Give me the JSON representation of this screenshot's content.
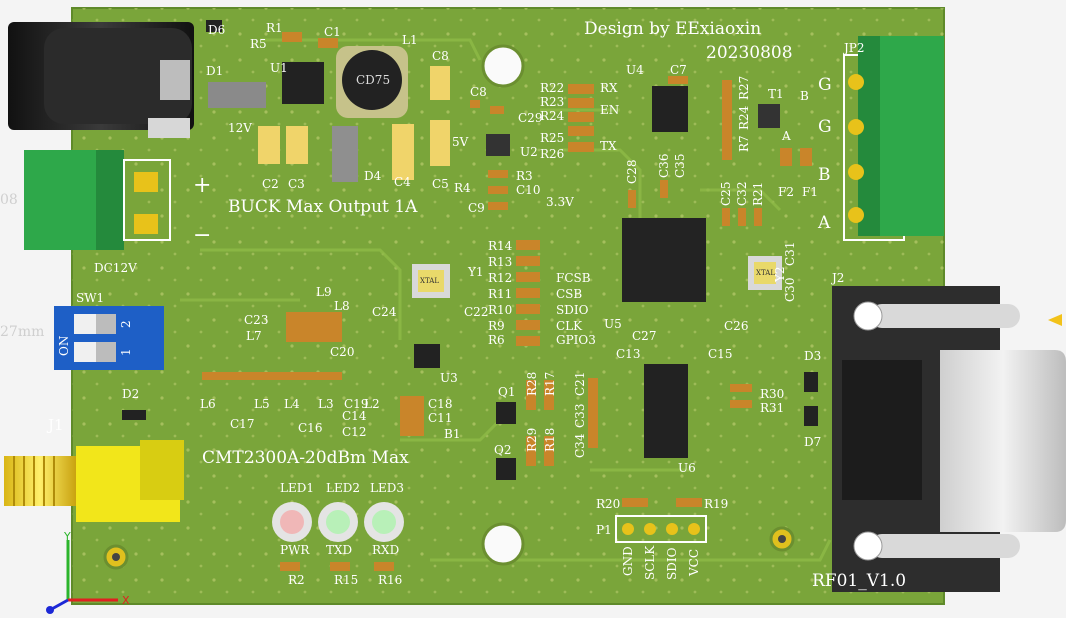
{
  "board": {
    "design_credit": "Design by EExiaoxin",
    "date": "20230808",
    "version": "RF01_V1.0",
    "buck_label": "BUCK Max Output 1A",
    "rf_label": "CMT2300A-20dBm Max",
    "dc_label": "DC12V",
    "volt_12v": "12V",
    "volt_5v": "5V",
    "volt_3v3": "3.3V",
    "plus": "+",
    "minus": "−",
    "inductor_marking": "CD75",
    "crystal_marking": "XTAL",
    "crystal2_marking": "XTAL"
  },
  "refdes": {
    "d6": "D6",
    "d1": "D1",
    "r1": "R1",
    "c1": "C1",
    "r5": "R5",
    "u1": "U1",
    "l1": "L1",
    "c8a": "C8",
    "c2": "C2",
    "c3": "C3",
    "d4": "D4",
    "c4": "C4",
    "c5": "C5",
    "c8b": "C8",
    "c29": "C29",
    "u2": "U2",
    "r3": "R3",
    "r4": "R4",
    "c10": "C10",
    "c9": "C9",
    "u4": "U4",
    "c7": "C7",
    "r22": "R22",
    "r23": "R23",
    "r24": "R24",
    "r25": "R25",
    "r26": "R26",
    "rx": "RX",
    "en": "EN",
    "tx": "TX",
    "r27": "R27",
    "r24b": "R24",
    "r7": "R7",
    "t1": "T1",
    "b": "B",
    "a": "A",
    "f2": "F2",
    "f1": "F1",
    "jp2": "JP2",
    "g1": "G",
    "g2": "G",
    "bterm": "B",
    "aterm": "A",
    "c28": "C28",
    "c36": "C36",
    "c35": "C35",
    "c25": "C25",
    "c32": "C32",
    "r21": "R21",
    "c31": "C31",
    "y2": "Y2",
    "c30": "C30",
    "j2": "J2",
    "r14": "R14",
    "r13": "R13",
    "r12": "R12",
    "r11": "R11",
    "r10": "R10",
    "r9": "R9",
    "r6": "R6",
    "fcsb": "FCSB",
    "csb": "CSB",
    "sdio": "SDIO",
    "clk": "CLK",
    "gpio3": "GPIO3",
    "y1": "Y1",
    "c24": "C24",
    "c22": "C22",
    "u5": "U5",
    "c26": "C26",
    "c27": "C27",
    "c13": "C13",
    "c15": "C15",
    "d3": "D3",
    "r30": "R30",
    "r31": "R31",
    "d7": "D7",
    "u6": "U6",
    "sw1": "SW1",
    "sw_on": "ON",
    "sw_1": "1",
    "sw_2": "2",
    "l9": "L9",
    "l8": "L8",
    "c23": "C23",
    "l7": "L7",
    "c20": "C20",
    "u3": "U3",
    "l6": "L6",
    "l5": "L5",
    "l4": "L4",
    "l3": "L3",
    "c19": "C19",
    "l2": "L2",
    "c17": "C17",
    "c16": "C16",
    "c14": "C14",
    "c12": "C12",
    "c18": "C18",
    "c11": "C11",
    "b1": "B1",
    "q1": "Q1",
    "r28": "R28",
    "r17": "R17",
    "c21": "C21",
    "c33": "C33",
    "c34": "C34",
    "q2": "Q2",
    "r29": "R29",
    "r18": "R18",
    "d2": "D2",
    "j1": "J1",
    "led1": "LED1",
    "led2": "LED2",
    "led3": "LED3",
    "pwr": "PWR",
    "txd": "TXD",
    "rxd": "RXD",
    "r2": "R2",
    "r15": "R15",
    "r16": "R16",
    "r20": "R20",
    "r19": "R19",
    "p1": "P1",
    "gnd": "GND",
    "sclk": "SCLK",
    "sdio2": "SDIO",
    "vcc": "VCC"
  },
  "offboard": {
    "left_dim_1": "08",
    "left_dim_2": "27mm"
  },
  "axes": {
    "y_label": "Y",
    "x_label": "X"
  },
  "colors": {
    "board": "#7aa53a",
    "board_dark": "#5f8a2a",
    "silk": "#ffffff",
    "terminal": "#2ea84a",
    "switch": "#1e5fc6",
    "gold": "#e8c21a",
    "ic": "#222222",
    "pad": "#d9d9d9",
    "smd": "#c9852a"
  }
}
